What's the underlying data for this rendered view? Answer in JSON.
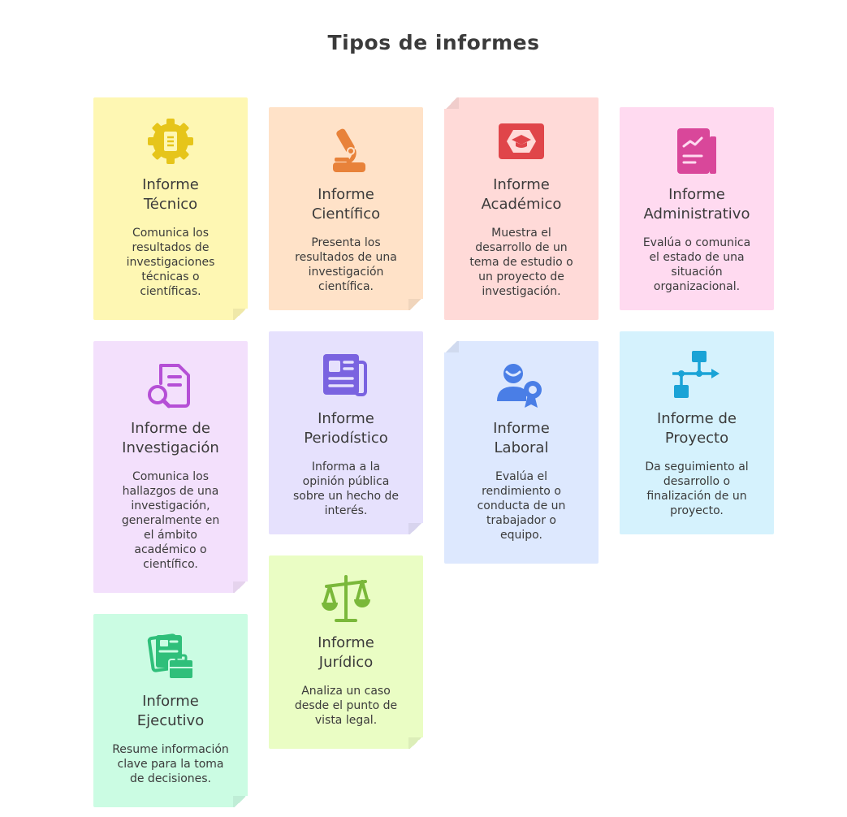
{
  "title": "Tipos de informes",
  "cards": [
    {
      "title": "Informe\nTécnico",
      "desc": "Comunica los\nresultados de\ninvestigaciones\ntécnicas o\ncientíficas.",
      "icon": "gear-document-icon",
      "color": "#e6c51a"
    },
    {
      "title": "Informe\nCientífico",
      "desc": "Presenta los\nresultados de una\ninvestigación\ncientífica.",
      "icon": "microscope-icon",
      "color": "#e8823a"
    },
    {
      "title": "Informe\nAcadémico",
      "desc": "Muestra el\ndesarrollo de un\ntema de estudio o\nun proyecto de\ninvestigación.",
      "icon": "graduation-cap-icon",
      "color": "#e0454a"
    },
    {
      "title": "Informe\nAdministrativo",
      "desc": "Evalúa o comunica\nel estado de una\nsituación\norganizacional.",
      "icon": "report-chart-icon",
      "color": "#d9479a"
    },
    {
      "title": "Informe de\nInvestigación",
      "desc": "Comunica los\nhallazgos de una\ninvestigación,\ngeneralmente en\nel ámbito\nacadémico o\ncientífico.",
      "icon": "document-search-icon",
      "color": "#b54fd6"
    },
    {
      "title": "Informe\nPeriodístico",
      "desc": "Informa a la\nopinión pública\nsobre un hecho de\ninterés.",
      "icon": "newspaper-icon",
      "color": "#7a63e0"
    },
    {
      "title": "Informe\nLaboral",
      "desc": "Evalúa el\nrendimiento o\nconducta de un\ntrabajador o\nequipo.",
      "icon": "worker-badge-icon",
      "color": "#4a7ee6"
    },
    {
      "title": "Informe de\nProyecto",
      "desc": "Da seguimiento al\ndesarrollo o\nfinalización de un\nproyecto.",
      "icon": "project-flow-icon",
      "color": "#1aa3d6"
    },
    {
      "title": "Informe\nJurídico",
      "desc": "Analiza un caso\ndesde el punto de\nvista legal.",
      "icon": "scales-icon",
      "color": "#7ab83a"
    },
    {
      "title": "Informe\nEjecutivo",
      "desc": "Resume información\nclave para la toma\nde decisiones.",
      "icon": "briefcase-documents-icon",
      "color": "#2fbf7a"
    }
  ]
}
